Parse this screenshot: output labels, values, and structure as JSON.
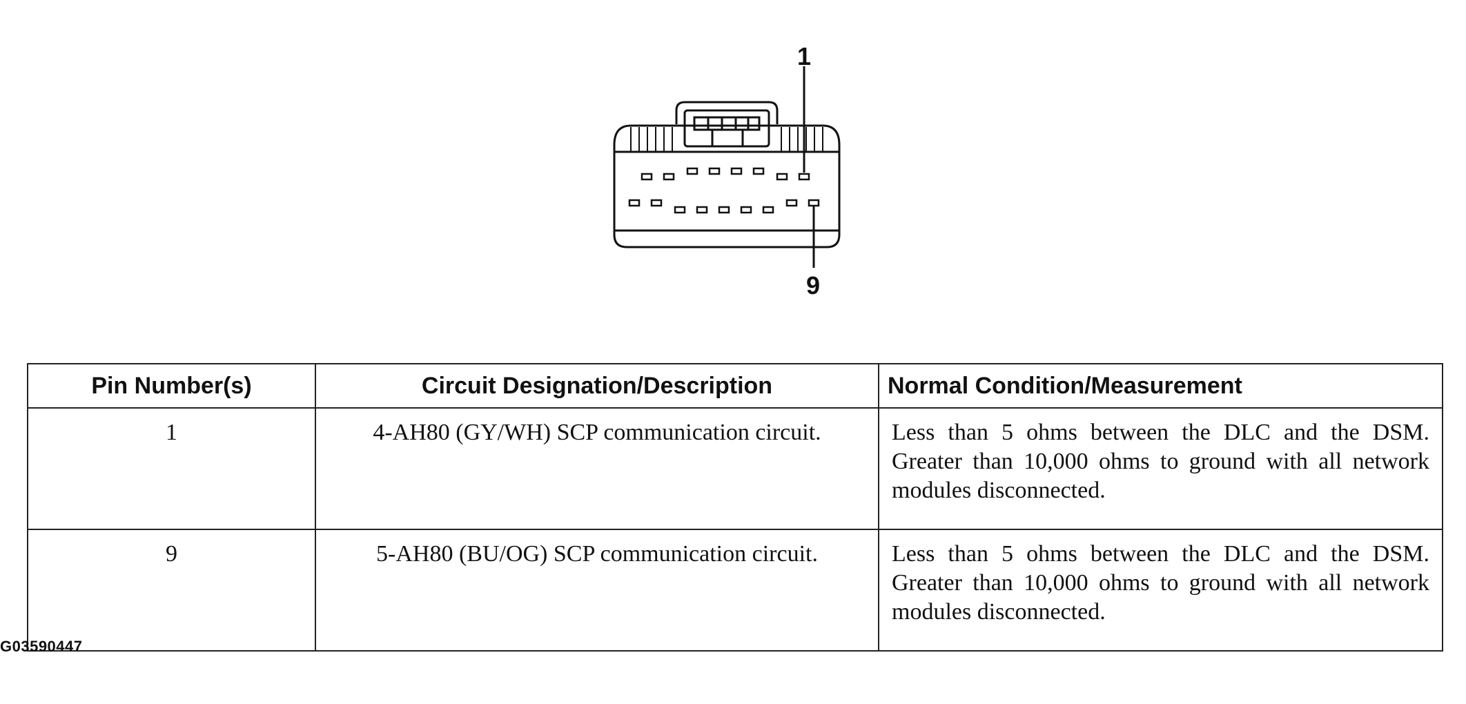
{
  "connector": {
    "pin_top_label": "1",
    "pin_bottom_label": "9"
  },
  "table": {
    "headers": [
      "Pin Number(s)",
      "Circuit Designation/Description",
      "Normal Condition/Measurement"
    ],
    "rows": [
      {
        "pin": "1",
        "circuit": "4-AH80 (GY/WH) SCP communication circuit.",
        "condition": "Less than 5 ohms between the DLC and the DSM. Greater than 10,000 ohms to ground with all network modules disconnected."
      },
      {
        "pin": "9",
        "circuit": "5-AH80 (BU/OG) SCP communication circuit.",
        "condition": "Less than 5 ohms between the DLC and the DSM. Greater than 10,000 ohms to ground with all network modules disconnected."
      }
    ]
  },
  "figure_id": "G03590447"
}
